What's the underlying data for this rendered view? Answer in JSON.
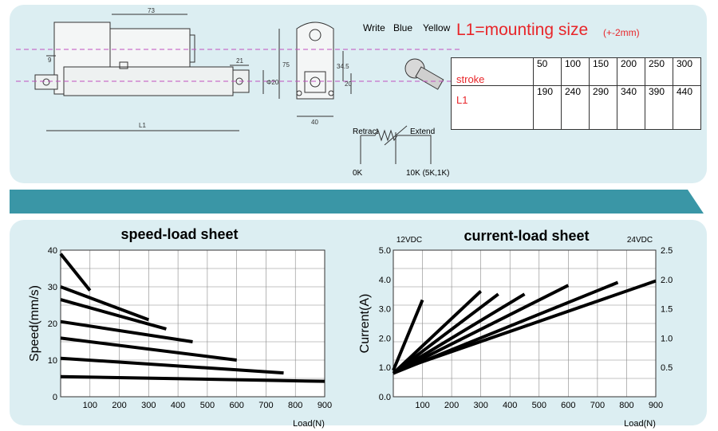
{
  "top": {
    "wire_colors": [
      "Write",
      "Blue",
      "Yellow"
    ],
    "mounting_note": "L1=mounting size",
    "mounting_tolerance": "(+-2mm)",
    "drawing_labels": {
      "dim_73": "73",
      "dim_9": "9",
      "dim_21": "21",
      "dim_phi20": "Φ20",
      "dim_L1": "L1",
      "dim_75": "75",
      "dim_34_5": "34.5",
      "dim_20": "20",
      "dim_40": "40"
    },
    "pot": {
      "retract": "Retract",
      "extend": "Extend",
      "zero": "0K",
      "ten": "10K (5K,1K)"
    },
    "table": {
      "stroke_label": "stroke",
      "l1_label": "L1",
      "stroke": [
        "50",
        "100",
        "150",
        "200",
        "250",
        "300"
      ],
      "l1": [
        "190",
        "240",
        "290",
        "340",
        "390",
        "440"
      ]
    }
  },
  "chart_data": [
    {
      "type": "line",
      "title": "speed-load sheet",
      "ylabel": "Speed(mm/s)",
      "xlabel": "Load(N)",
      "xlim": [
        0,
        900
      ],
      "ylim": [
        0,
        40
      ],
      "xticks": [
        100,
        200,
        300,
        400,
        500,
        600,
        700,
        800,
        900
      ],
      "yticks": [
        0,
        10,
        20,
        30,
        40
      ],
      "grid": true,
      "series": [
        {
          "x": [
            0,
            100
          ],
          "y": [
            39,
            29
          ]
        },
        {
          "x": [
            0,
            300
          ],
          "y": [
            30,
            21
          ]
        },
        {
          "x": [
            0,
            360
          ],
          "y": [
            26.5,
            18.5
          ]
        },
        {
          "x": [
            0,
            450
          ],
          "y": [
            20.5,
            15
          ]
        },
        {
          "x": [
            0,
            600
          ],
          "y": [
            16,
            10
          ]
        },
        {
          "x": [
            0,
            760
          ],
          "y": [
            10.5,
            6.5
          ]
        },
        {
          "x": [
            0,
            900
          ],
          "y": [
            5.5,
            4.2
          ]
        }
      ]
    },
    {
      "type": "line",
      "title": "current-load sheet",
      "ylabel": "Current(A)",
      "xlabel": "Load(N)",
      "y_left_caption": "12VDC",
      "y_right_caption": "24VDC",
      "xlim": [
        0,
        900
      ],
      "ylim": [
        0,
        5
      ],
      "y2lim": [
        0,
        2.5
      ],
      "xticks": [
        100,
        200,
        300,
        400,
        500,
        600,
        700,
        800,
        900
      ],
      "yticks": [
        "0.0",
        "1.0",
        "2.0",
        "3.0",
        "4.0",
        "5.0"
      ],
      "y2ticks": [
        "0.5",
        "1.0",
        "1.5",
        "2.0",
        "2.5"
      ],
      "grid": true,
      "series": [
        {
          "x": [
            0,
            100
          ],
          "y": [
            0.9,
            3.3
          ]
        },
        {
          "x": [
            0,
            300
          ],
          "y": [
            0.8,
            3.6
          ]
        },
        {
          "x": [
            0,
            360
          ],
          "y": [
            0.8,
            3.5
          ]
        },
        {
          "x": [
            0,
            450
          ],
          "y": [
            0.8,
            3.5
          ]
        },
        {
          "x": [
            0,
            600
          ],
          "y": [
            0.8,
            3.8
          ]
        },
        {
          "x": [
            0,
            770
          ],
          "y": [
            0.8,
            3.9
          ]
        },
        {
          "x": [
            0,
            900
          ],
          "y": [
            0.85,
            3.95
          ]
        }
      ]
    }
  ]
}
